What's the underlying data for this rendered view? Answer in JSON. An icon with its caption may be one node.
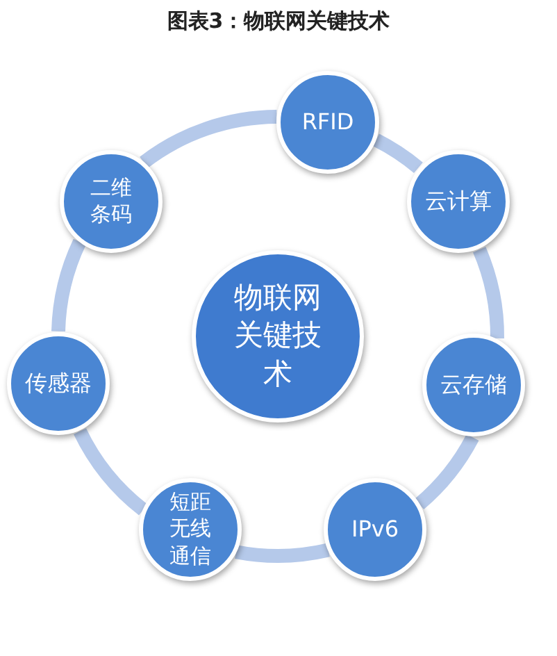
{
  "diagram": {
    "title": "图表3：物联网关键技术",
    "nodes": [
      {
        "text": [
          "物联网关键技术"
        ]
      },
      {
        "text": [
          "RFID"
        ]
      },
      {
        "text": [
          "云计算"
        ]
      },
      {
        "text": [
          "云存储"
        ]
      },
      {
        "text": [
          "IPv6"
        ]
      },
      {
        "text": [
          "短距无线通信"
        ]
      },
      {
        "text": [
          "传感器"
        ]
      },
      {
        "text": [
          "二维条码"
        ]
      }
    ],
    "edges": [
      {
        "from": 1,
        "to": 2,
        "arrow": "none"
      },
      {
        "from": 2,
        "to": 3,
        "arrow": "none"
      },
      {
        "from": 3,
        "to": 4,
        "arrow": "none"
      },
      {
        "from": 4,
        "to": 5,
        "arrow": "none"
      },
      {
        "from": 5,
        "to": 6,
        "arrow": "none"
      },
      {
        "from": 6,
        "to": 7,
        "arrow": "none"
      },
      {
        "from": 7,
        "to": 1,
        "arrow": "none"
      }
    ]
  }
}
